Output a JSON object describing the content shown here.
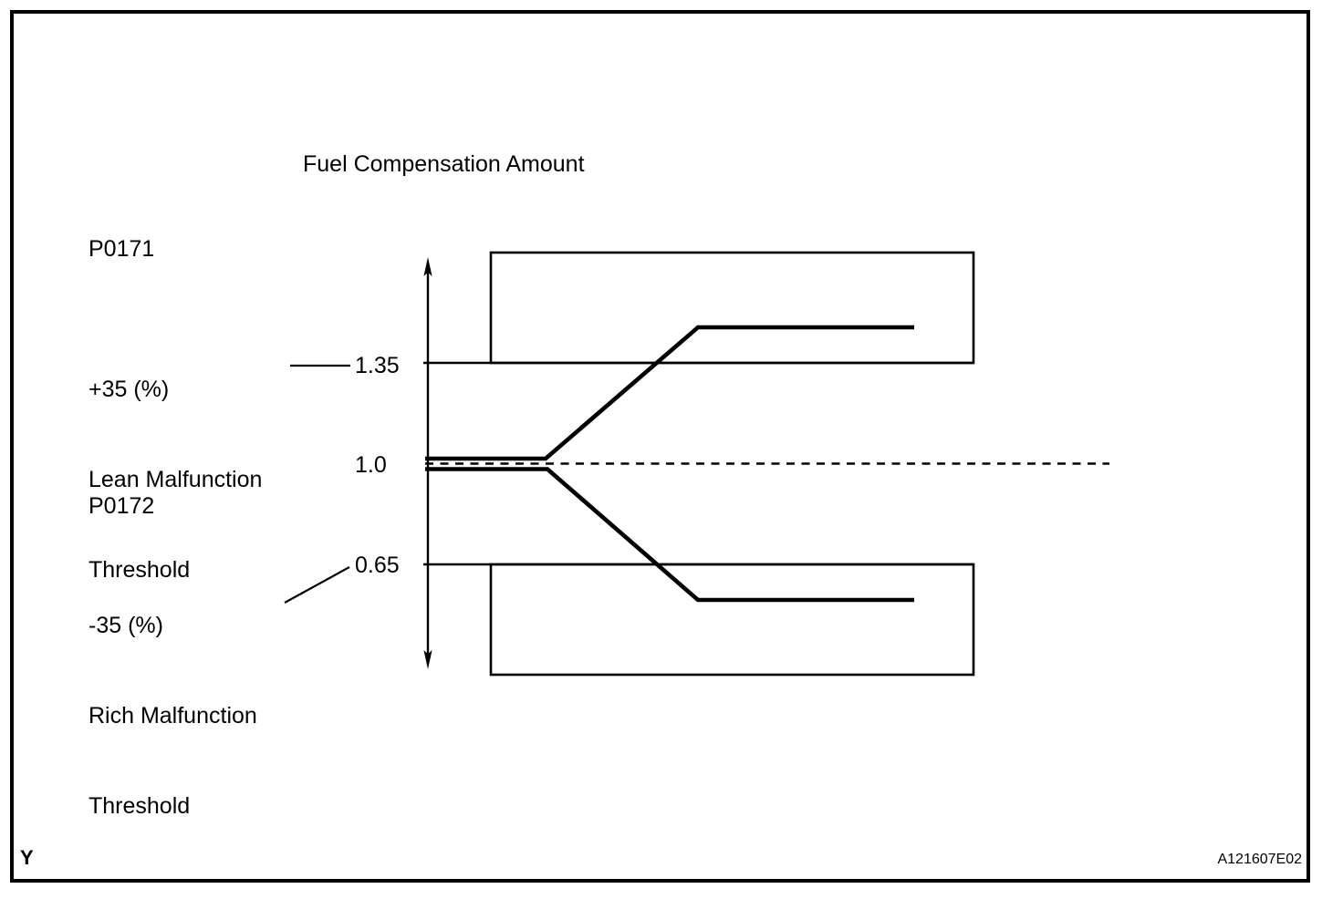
{
  "figure": {
    "title": "Fuel Compensation Amount",
    "corner_mark": "Y",
    "figure_id": "A121607E02"
  },
  "annotations": {
    "lean_code": "P0171",
    "lean_lines": [
      "+35 (%)",
      "Lean Malfunction",
      "Threshold"
    ],
    "rich_code": "P0172",
    "rich_lines": [
      "-35 (%)",
      "Rich Malfunction",
      "Threshold"
    ]
  },
  "axis": {
    "tick_upper": "1.35",
    "tick_center": "1.0",
    "tick_lower": "0.65"
  },
  "chart_data": {
    "type": "line",
    "title": "Fuel Compensation Amount",
    "ylabel": "Fuel Compensation Amount",
    "yticks": [
      1.35,
      1.0,
      0.65
    ],
    "baseline": 1.0,
    "lean_malfunction_threshold": 1.35,
    "lean_malfunction_percent": "+35 (%)",
    "lean_malfunction_code": "P0171",
    "rich_malfunction_threshold": 0.65,
    "rich_malfunction_percent": "-35 (%)",
    "rich_malfunction_code": "P0172",
    "grid": false,
    "legend": false,
    "series": [
      {
        "name": "lean malfunction compensation (P0171)",
        "y": [
          1.02,
          1.02,
          1.47,
          1.47
        ]
      },
      {
        "name": "rich malfunction compensation (P0172)",
        "y": [
          0.98,
          0.98,
          0.53,
          0.53
        ]
      }
    ],
    "annotations": [
      "dashed baseline at 1.0",
      "upper detection box between 1.35 threshold line and top",
      "lower detection box between 0.65 threshold line and bottom"
    ]
  }
}
